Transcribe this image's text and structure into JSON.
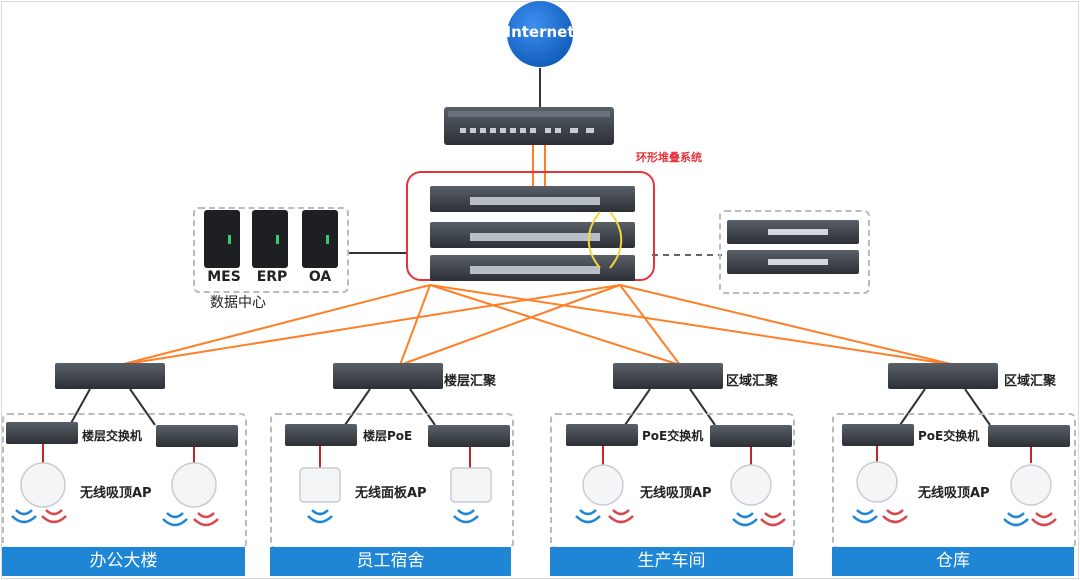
{
  "internet": {
    "label": "Internet"
  },
  "stack": {
    "label": "环形堆叠系统"
  },
  "datacenter": {
    "caption": "数据中心",
    "servers": [
      "MES",
      "ERP",
      "OA"
    ]
  },
  "zones": [
    {
      "name": "办公大楼",
      "access_label": "楼层交换机",
      "ap_label": "无线吸顶AP",
      "aggregation_label": ""
    },
    {
      "name": "员工宿舍",
      "access_label": "楼层PoE",
      "ap_label": "无线面板AP",
      "aggregation_label": "楼层汇聚"
    },
    {
      "name": "生产车间",
      "access_label": "PoE交换机",
      "ap_label": "无线吸顶AP",
      "aggregation_label": "区域汇聚"
    },
    {
      "name": "仓库",
      "access_label": "PoE交换机",
      "ap_label": "无线吸顶AP",
      "aggregation_label": "区域汇聚"
    }
  ],
  "colors": {
    "link": "#ff7f27",
    "accent": "#1f86d6",
    "stack_border": "#e8333a",
    "internet": "#1a6fd1",
    "device": "#3a3f45"
  }
}
